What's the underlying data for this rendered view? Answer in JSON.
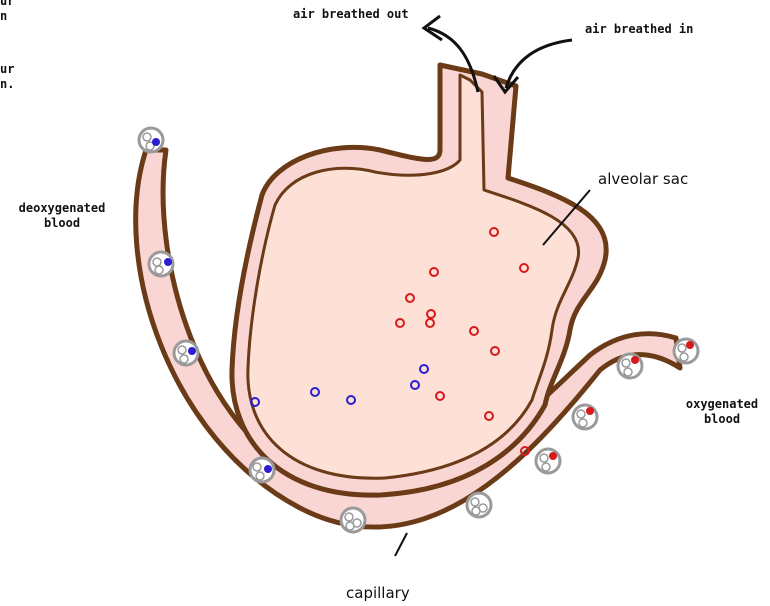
{
  "labels": {
    "air_out": "air breathed out",
    "air_in": "air breathed in",
    "alveolar_sac": "alveolar sac",
    "deoxygenated_line1": "deoxygenated",
    "deoxygenated_line2": "blood",
    "oxygenated_line1": "oxygenated",
    "oxygenated_line2": "blood",
    "capillary": "capillary",
    "edge_top1": "ur",
    "edge_top2": "n",
    "edge_mid1": "ur",
    "edge_mid2": "n."
  },
  "colors": {
    "vessel_fill": "#f9d6d4",
    "vessel_outline": "#6b3a17",
    "sac_fill": "#fde0d6",
    "oxygen": "#d7191c",
    "carbon_dioxide": "#2b1fd1",
    "cell_ring": "#9a9a9a"
  }
}
